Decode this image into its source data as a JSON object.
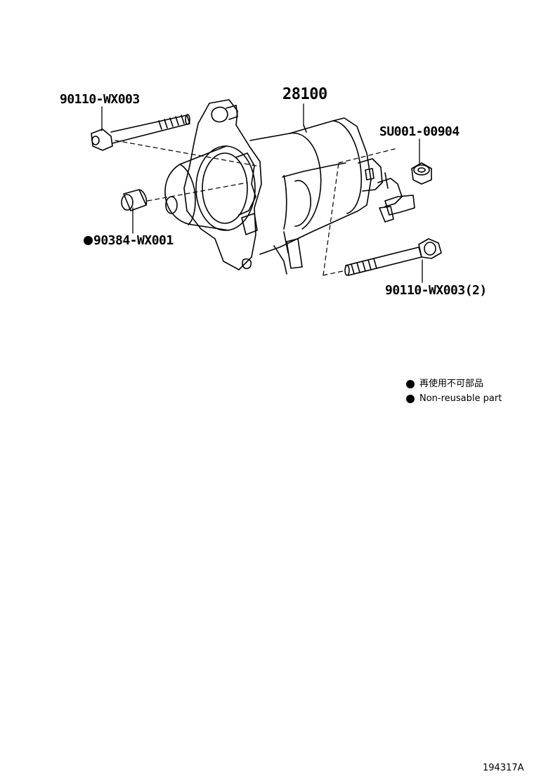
{
  "parts": {
    "starter": "28100",
    "bolt_left": "90110-WX003",
    "nut": "SU001-00904",
    "pin": "90384-WX001",
    "bolt_right": "90110-WX003(2)"
  },
  "legend": {
    "jp": "再使用不可部品",
    "en": "Non-reusable part"
  },
  "illustration_code": "194317A"
}
